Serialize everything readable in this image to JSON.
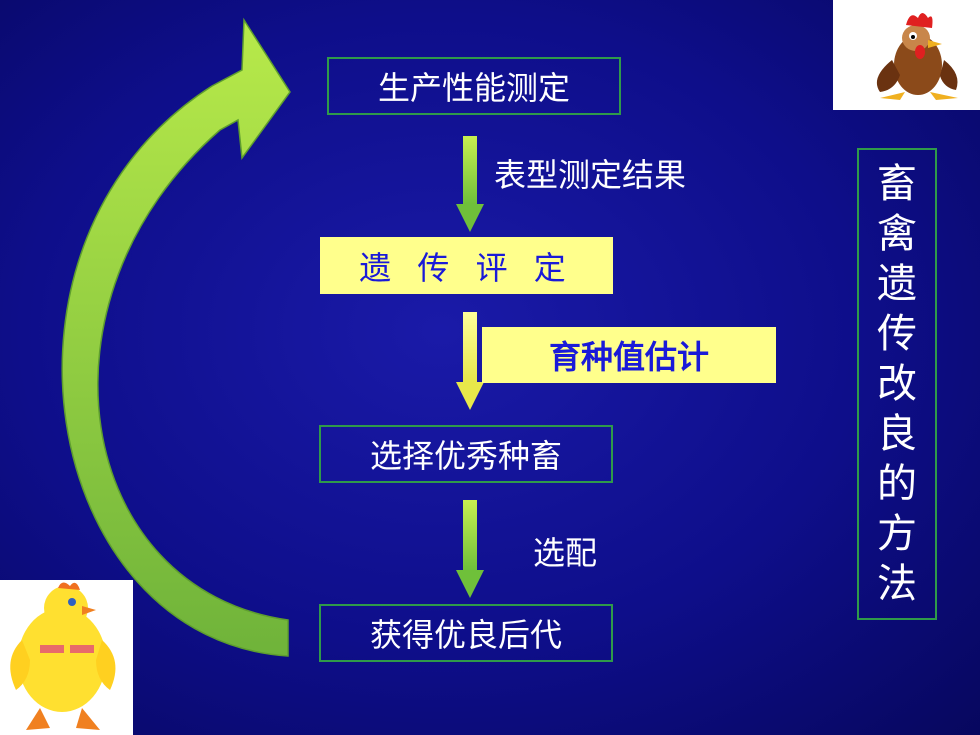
{
  "steps": [
    "生产性能测定",
    "遗 传 评 定",
    "选择优秀种畜",
    "获得优良后代"
  ],
  "notes": {
    "phenotype": "表型测定结果",
    "breeding_value": "育种值估计",
    "mating": "选配"
  },
  "side_title_chars": [
    "畜",
    "禽",
    "遗",
    "传",
    "改",
    "良",
    "的",
    "方",
    "法"
  ],
  "colors": {
    "background": "#0e0e8a",
    "box_border": "#2f9a4a",
    "highlight_fill": "#ffff8c",
    "highlight_text": "#1a1ad8",
    "arrow_green": "#9ad33a"
  },
  "icons": [
    "rooster-cartoon",
    "chicken-costume-mascot"
  ]
}
